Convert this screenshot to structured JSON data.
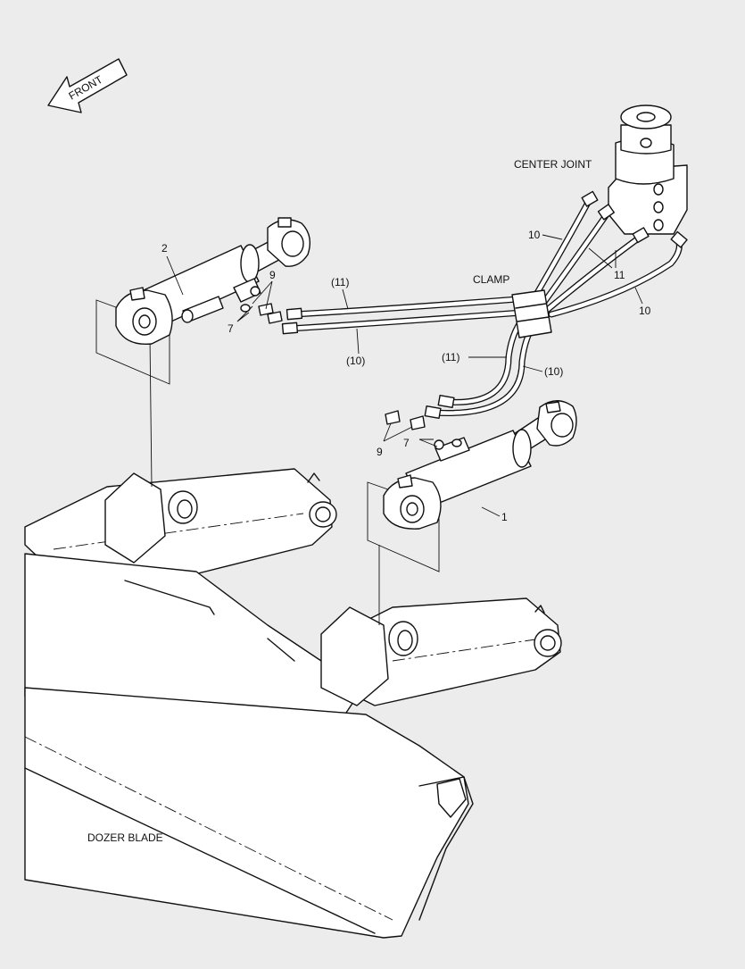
{
  "labels": {
    "front": "FRONT",
    "center_joint": "CENTER JOINT",
    "clamp": "CLAMP",
    "dozer_blade": "DOZER BLADE"
  },
  "callouts": {
    "cyl_2": "2",
    "cyl_1": "1",
    "fit_9_upper": "9",
    "fit_7_upper": "7",
    "fit_9_lower": "9",
    "fit_7_lower": "7",
    "hose_11_upper": "(11)",
    "hose_10_upper": "(10)",
    "hose_11_lower": "(11)",
    "hose_10_lower": "(10)",
    "hose_10_cj_top": "10",
    "hose_11_cj": "11",
    "hose_10_cj_right": "10"
  },
  "colors": {
    "background": "#ececec",
    "ink": "#111111",
    "fill": "#ffffff"
  }
}
